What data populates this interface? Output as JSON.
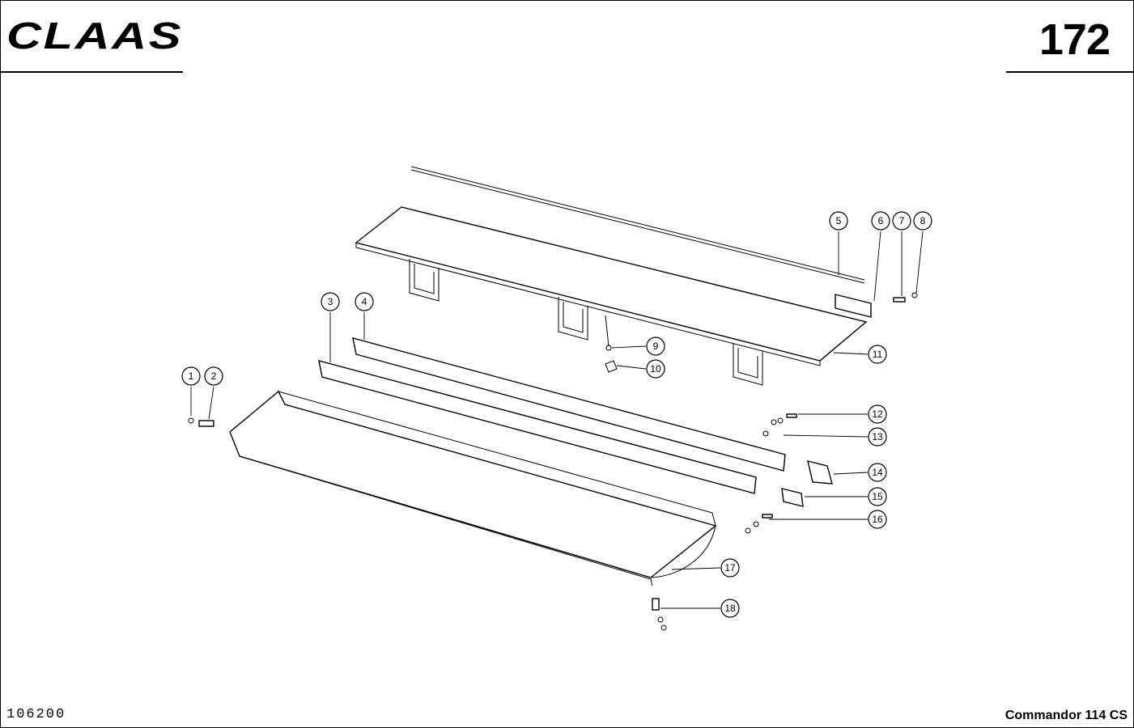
{
  "brand": {
    "logo_text": "CLAAS"
  },
  "page": {
    "number": "172",
    "drawing_code": "106200",
    "model": "Commandor 114 CS"
  },
  "callouts": [
    "1",
    "2",
    "3",
    "4",
    "5",
    "6",
    "7",
    "8",
    "9",
    "10",
    "11",
    "12",
    "13",
    "14",
    "15",
    "16",
    "17",
    "18"
  ]
}
